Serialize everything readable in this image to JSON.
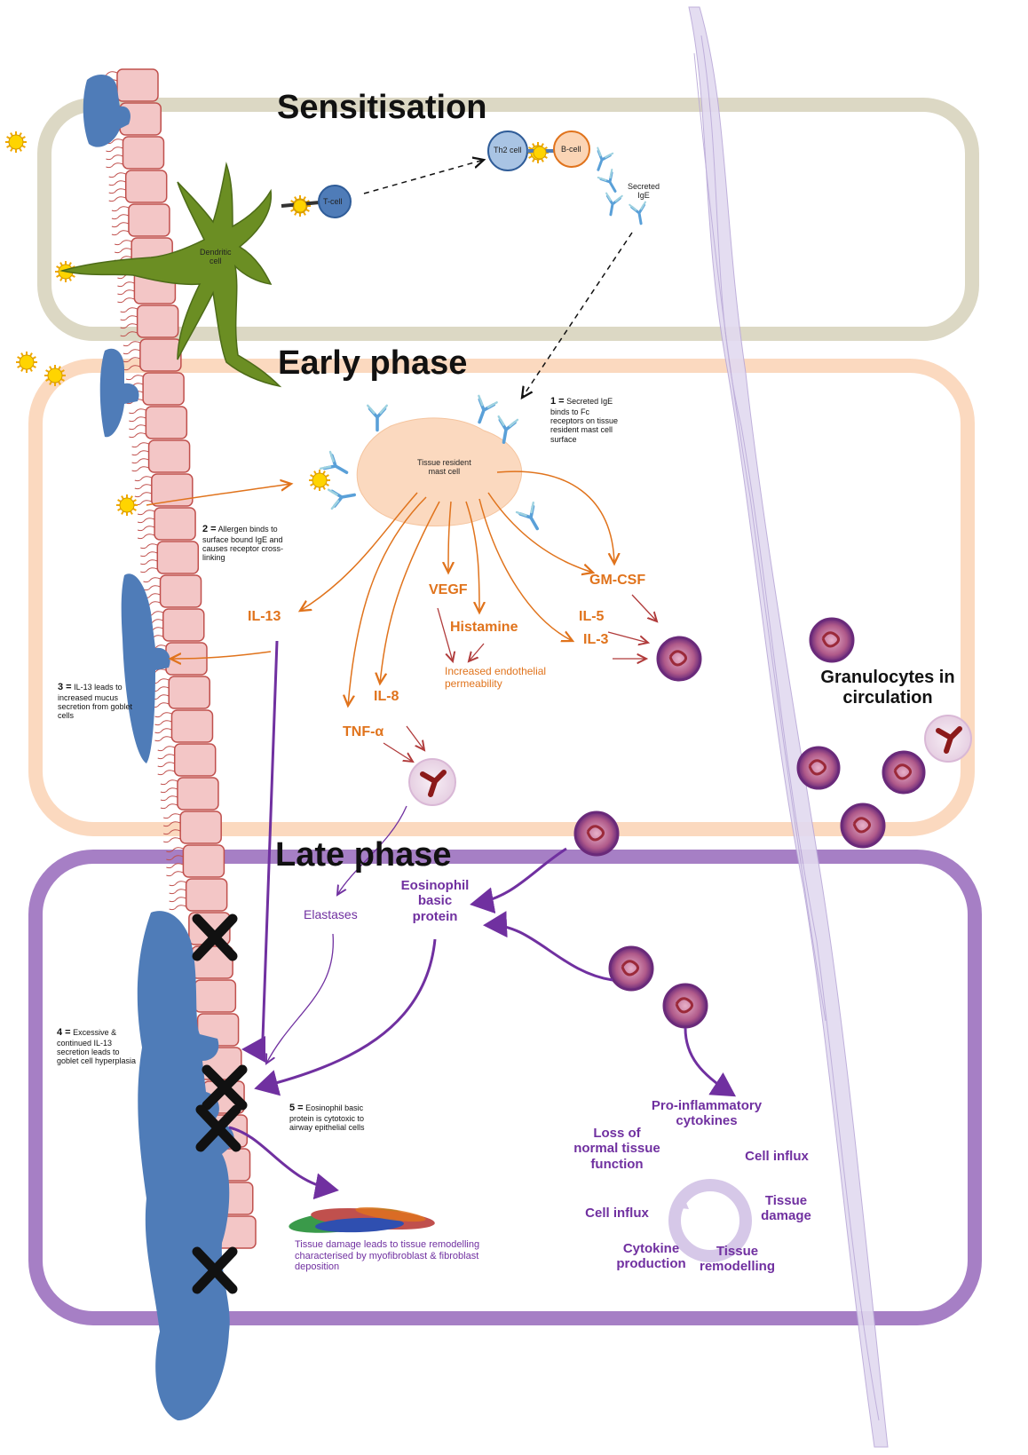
{
  "phases": {
    "sensitisation": "Sensitisation",
    "early": "Early phase",
    "late": "Late phase"
  },
  "cells": {
    "t_cell": "T-cell",
    "th2_cell": "Th2 cell",
    "b_cell": "B-cell",
    "dendritic": "Dendritic\ncell",
    "secreted_ige": "Secreted\nIgE",
    "mast_cell": "Tissue resident\nmast cell"
  },
  "mediators": {
    "il13": "IL-13",
    "vegf": "VEGF",
    "histamine": "Histamine",
    "gmcsf": "GM-CSF",
    "il5": "IL-5",
    "il3": "IL-3",
    "il8": "IL-8",
    "tnfa": "TNF-α",
    "permeability": "Increased endothelial\npermeability"
  },
  "granulocytes_label": "Granulocytes in\ncirculation",
  "late": {
    "elastases": "Elastases",
    "ebp": "Eosinophil\nbasic\nprotein",
    "pro_inflammatory": "Pro-inflammatory\ncytokines",
    "cycle": {
      "loss_function": "Loss of\nnormal tissue\nfunction",
      "cell_influx_right": "Cell influx",
      "tissue_damage": "Tissue\ndamage",
      "tissue_remodelling": "Tissue\nremodelling",
      "cytokine_production": "Cytokine\nproduction",
      "cell_influx_left": "Cell influx"
    },
    "remodelling_note": "Tissue damage leads to tissue remodelling\ncharacterised by myofibroblast & fibroblast\ndeposition"
  },
  "notes": {
    "n1_num": "1 =",
    "n1": "Secreted IgE\nbinds to Fc\nreceptors on tissue\nresident mast cell\nsurface",
    "n2_num": "2 =",
    "n2": "Allergen binds to\nsurface bound IgE and\ncauses receptor cross-\nlinking",
    "n3_num": "3 =",
    "n3": "IL-13 leads to\nincreased mucus\nsecretion from goblet\ncells",
    "n4_num": "4 =",
    "n4": "Excessive &\ncontinued IL-13\nsecretion leads to\ngoblet cell hyperplasia",
    "n5_num": "5 =",
    "n5": "Eosinophil basic\nprotein is cytotoxic to\nairway epithelial cells"
  },
  "colors": {
    "sensitisation_border": "#dcd8c4",
    "early_border": "#fbd9bf",
    "late_border": "#a67fc5",
    "epithelium_fill": "#f3c6c6",
    "epithelium_stroke": "#c0504d",
    "goblet": "#4f7cb8",
    "dendritic": "#6b8e23",
    "orange": "#e0731c",
    "purple": "#7030a0",
    "allergen": "#ffd400",
    "muscle": "#d9d0ea"
  }
}
